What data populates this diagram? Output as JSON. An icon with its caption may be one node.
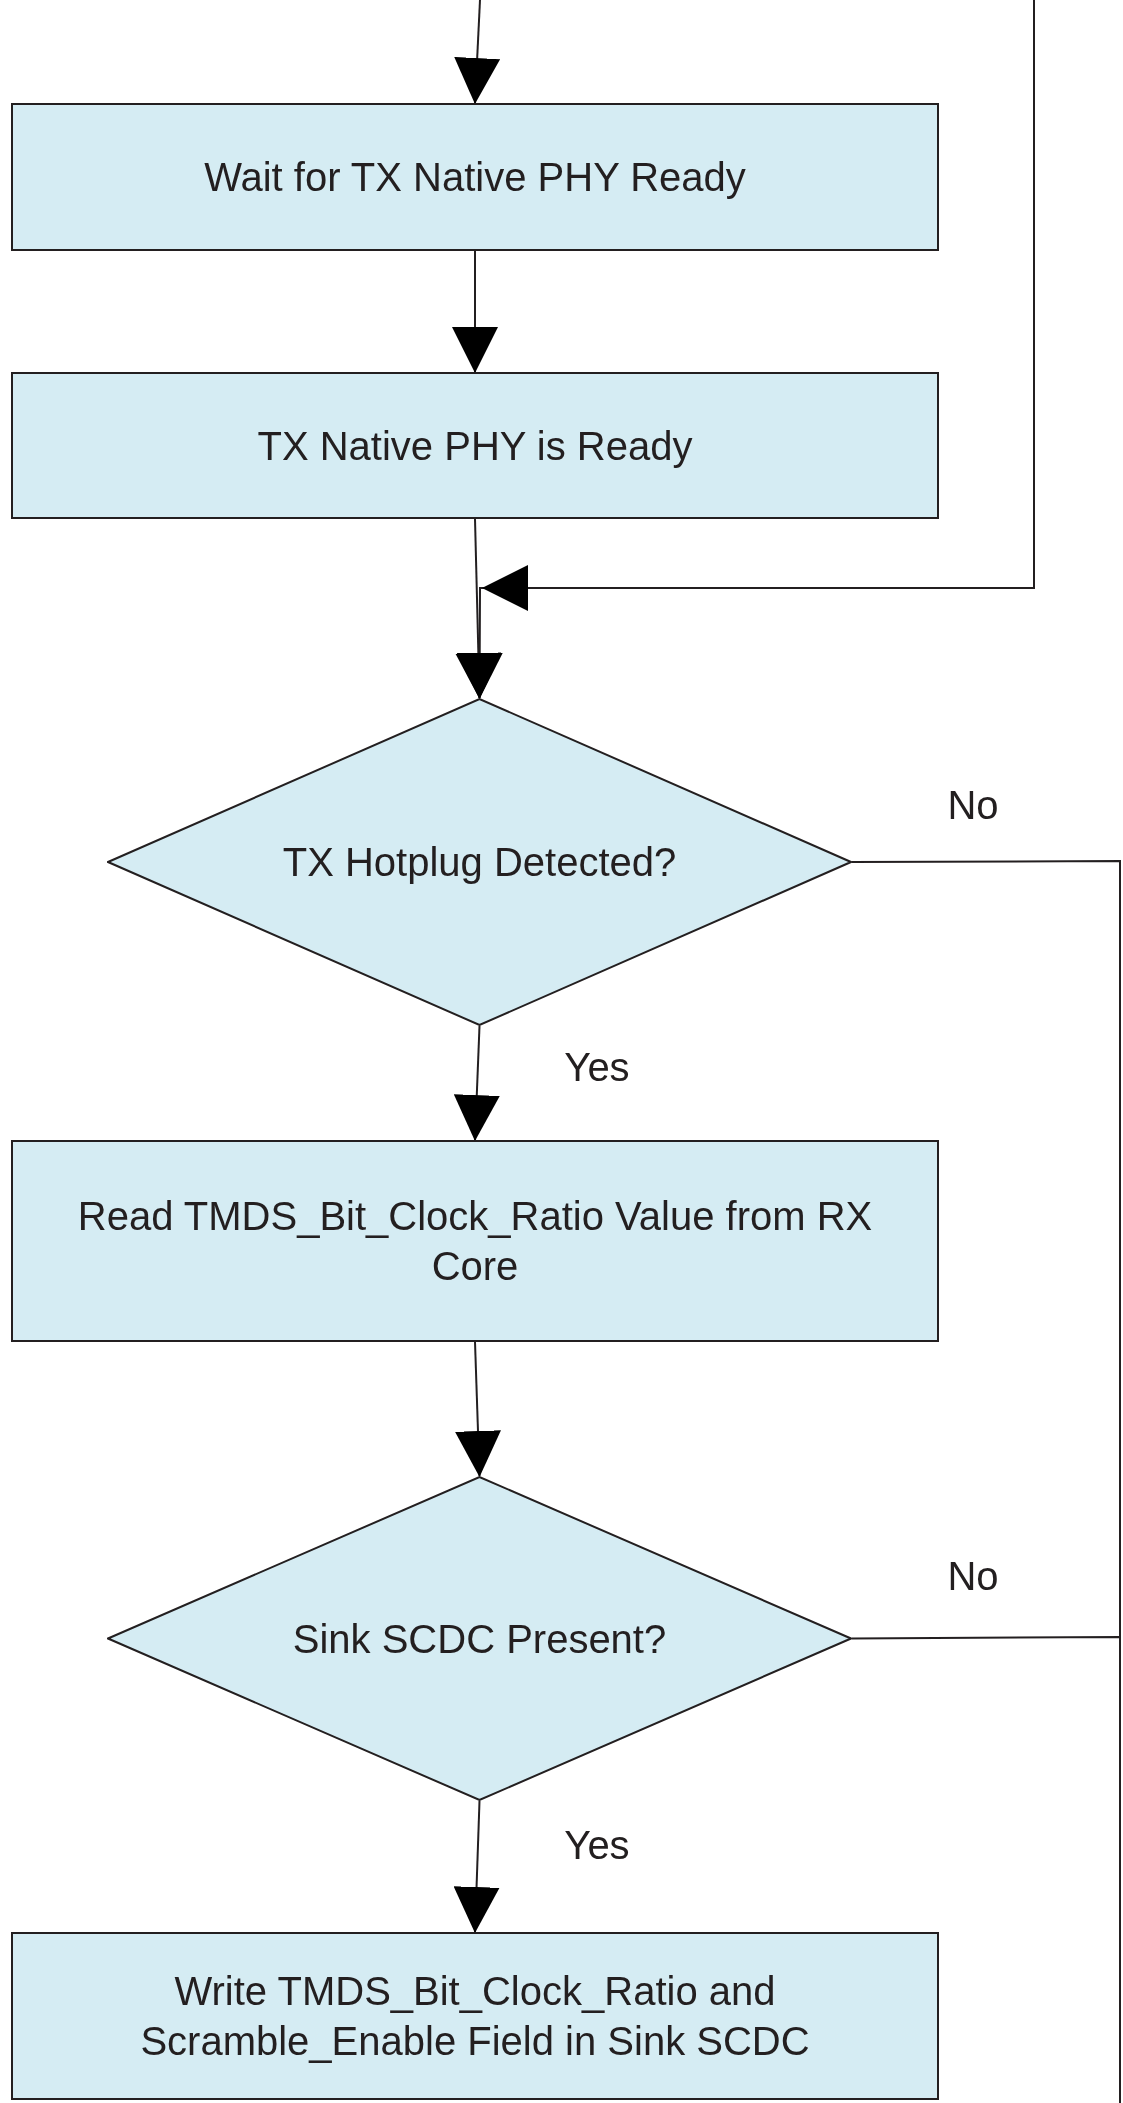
{
  "diagram": {
    "nodes": [
      {
        "text": [
          "Wait for TX Native PHY Ready"
        ]
      },
      {
        "text": [
          "TX Native PHY is Ready"
        ]
      },
      {
        "text": [
          "TX Hotplug Detected?"
        ]
      },
      {
        "text": [
          "Read TMDS_Bit_Clock_Ratio Value from RX Core"
        ]
      },
      {
        "text": [
          "Sink SCDC Present?"
        ]
      },
      {
        "text": [
          "Write TMDS_Bit_Clock_Ratio and Scramble_Enable Field in Sink SCDC"
        ]
      }
    ],
    "edges": [
      {
        "from": null,
        "to": 0,
        "arrow": "to"
      },
      {
        "from": 0,
        "to": 1,
        "arrow": "to"
      },
      {
        "from": 1,
        "to": 2,
        "arrow": "to"
      },
      {
        "from": null,
        "to": 2,
        "arrow": "to"
      },
      {
        "from": 2,
        "to": 3,
        "arrow": "to",
        "label": "Yes"
      },
      {
        "from": 3,
        "to": 4,
        "arrow": "to"
      },
      {
        "from": 4,
        "to": 5,
        "arrow": "to",
        "label": "Yes"
      },
      {
        "from": 2,
        "to": null,
        "arrow": "none",
        "label": "No"
      },
      {
        "from": 4,
        "to": null,
        "arrow": "none",
        "label": "No"
      }
    ]
  }
}
